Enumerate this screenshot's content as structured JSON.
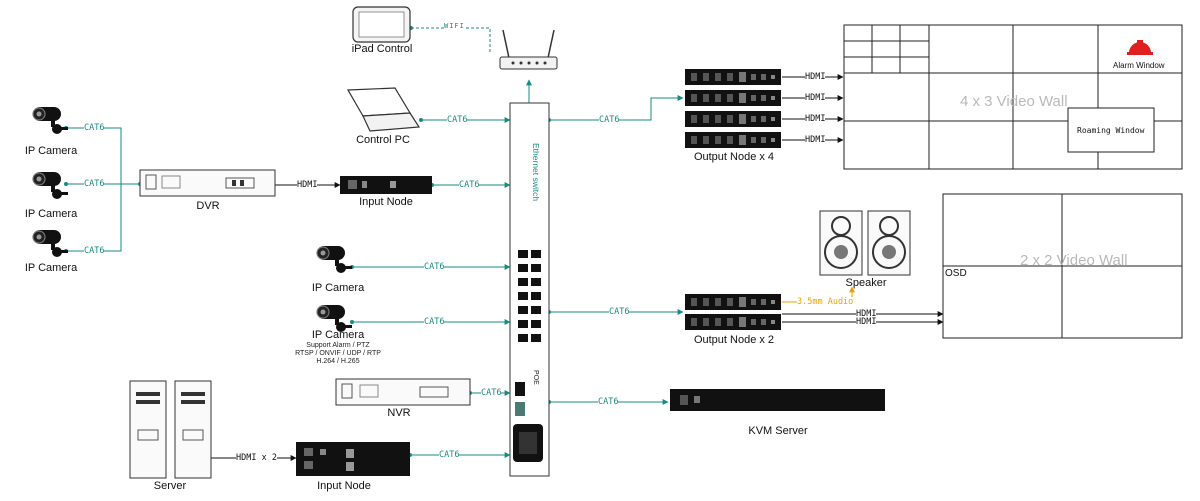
{
  "colors": {
    "link": "#1a8a82",
    "audio": "#e8a200",
    "wall_text": "#b9b9b9",
    "device": "#111111",
    "alarm": "#e02020"
  },
  "devices": {
    "ipad": "iPad Control",
    "control_pc": "Control PC",
    "ip_camera": "IP Camera",
    "dvr": "DVR",
    "input_node": "Input Node",
    "nvr": "NVR",
    "server": "Server",
    "output_node_4": "Output Node x 4",
    "output_node_2": "Output Node x 2",
    "speaker": "Speaker",
    "kvm_server": "KVM Server",
    "camera_notes": [
      "Support Alarm / PTZ",
      "RTSP / ONVIF / UDP / RTP",
      "H.264 / H.265"
    ]
  },
  "switch": {
    "label": "Ethernet switch",
    "poe": "POE"
  },
  "links": {
    "wifi": "WIFI",
    "cat6": "CAT6",
    "hdmi": "HDMI",
    "hdmi_x2": "HDMI x 2",
    "audio": "3.5mm Audio"
  },
  "walls": {
    "wall_4x3": "4 x 3 Video Wall",
    "alarm_window": "Alarm Window",
    "roaming_window": "Roaming Window",
    "wall_2x2": "2 x 2 Video Wall",
    "osd": "OSD"
  }
}
